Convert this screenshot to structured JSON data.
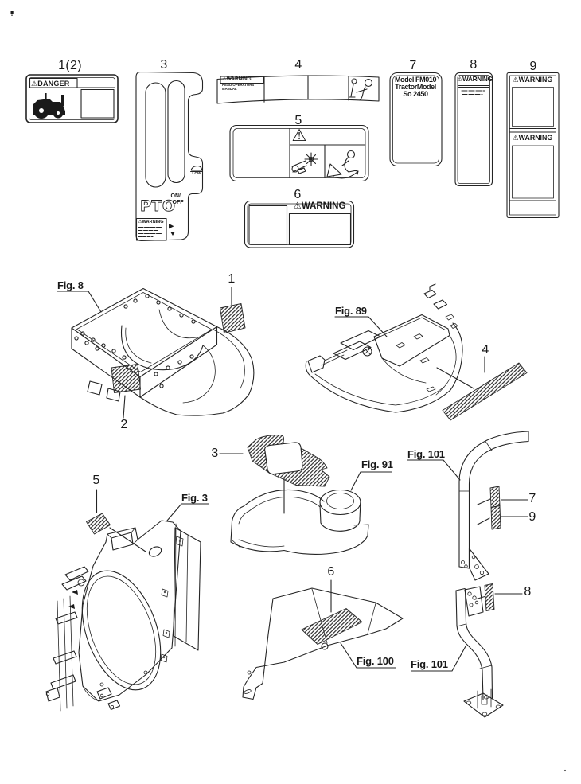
{
  "decals": {
    "d1": {
      "callout": "1(2)",
      "header": "⚠DANGER"
    },
    "d3": {
      "callout": "3",
      "pto": "PTO",
      "on": "ON/",
      "off": "OFF",
      "low": "LOW",
      "warning": "⚠WARNING"
    },
    "d4": {
      "callout": "4",
      "warning": "⚠WARNING",
      "sub1": "READ OPERATORS",
      "sub2": "MANUAL"
    },
    "d5": {
      "callout": "5",
      "hazard_symbol": "⚠"
    },
    "d6": {
      "callout": "6",
      "warning": "⚠WARNING"
    },
    "d7": {
      "callout": "7",
      "line1": "Model FM010",
      "line2": "TractorModel",
      "line3": "So 2450"
    },
    "d8": {
      "callout": "8",
      "warning": "⚠WARNING"
    },
    "d9": {
      "callout": "9",
      "warning_top": "⚠WARNING",
      "warning_bottom": "⚠WARNING"
    }
  },
  "figures": {
    "fig8": {
      "label": "Fig. 8"
    },
    "fig89": {
      "label": "Fig. 89"
    },
    "fig3": {
      "label": "Fig. 3"
    },
    "fig91": {
      "label": "Fig. 91"
    },
    "fig100": {
      "label": "Fig. 100"
    },
    "fig101_upper": {
      "label": "Fig. 101"
    },
    "fig101_lower": {
      "label": "Fig. 101"
    }
  },
  "placement_callouts": {
    "c1": "1",
    "c2": "2",
    "c3": "3",
    "c4": "4",
    "c5": "5",
    "c6": "6",
    "c7": "7",
    "c8": "8",
    "c9": "9"
  },
  "colors": {
    "ink": "#242424",
    "paper": "#ffffff",
    "hatch": "#2a2a2a"
  }
}
